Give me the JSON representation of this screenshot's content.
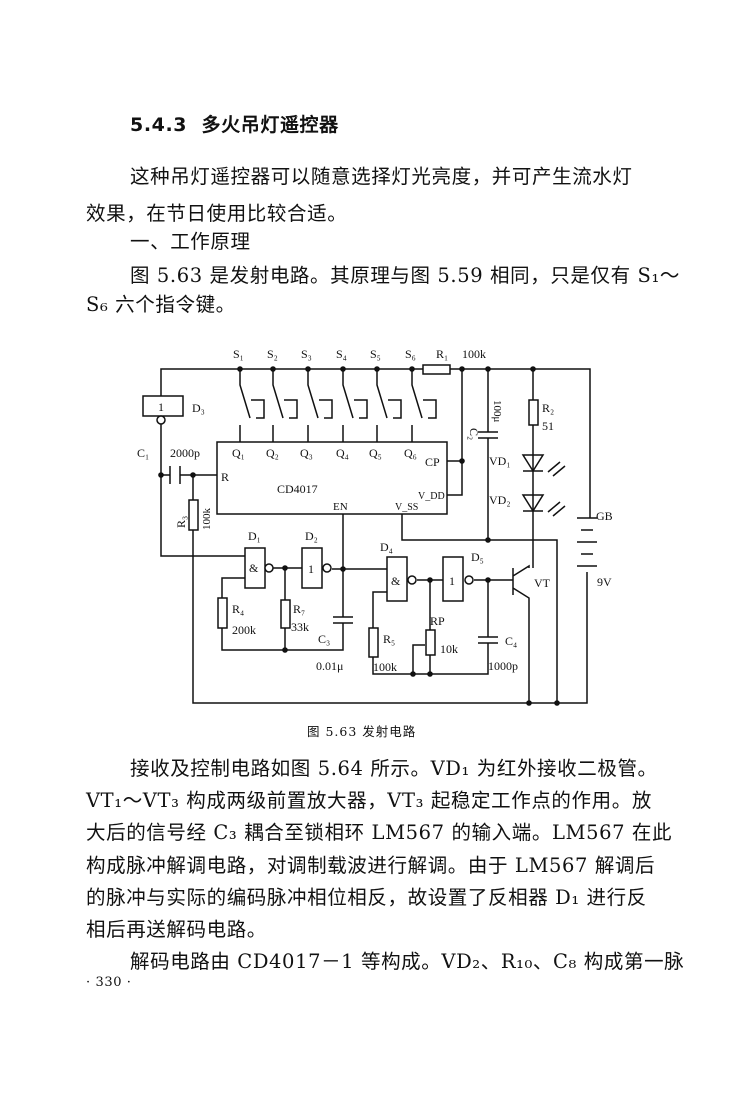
{
  "section": {
    "number": "5.4.3",
    "title": "多火吊灯遥控器"
  },
  "intro_lines": [
    "这种吊灯遥控器可以随意选择灯光亮度，并可产生流水灯",
    "效果，在节日使用比较合适。",
    "一、工作原理",
    "图 5.63 是发射电路。其原理与图 5.59 相同，只是仅有 S₁～",
    "S₆ 六个指令键。"
  ],
  "figure": {
    "labels": {
      "s1": "S₁",
      "s2": "S₂",
      "s3": "S₃",
      "s4": "S₄",
      "s5": "S₅",
      "s6": "S₆",
      "r1": "R₁",
      "r1_val": "100k",
      "d3": "D₃",
      "d3_sym": "1",
      "c1": "C₁",
      "c1_val": "2000p",
      "c2": "C₂",
      "c2_val": "100μ",
      "r2": "R₂",
      "r2_val": "51",
      "vd1": "VD₁",
      "vd2": "VD₂",
      "gb": "GB",
      "gb_val": "9V",
      "q1": "Q₁",
      "q2": "Q₂",
      "q3": "Q₃",
      "q4": "Q₄",
      "q5": "Q₅",
      "q6": "Q₆",
      "cp": "CP",
      "r_pin": "R",
      "chip": "CD4017",
      "en": "EN",
      "vdd": "V_DD",
      "vss": "V_SS",
      "r3": "R₃",
      "r3_val": "100k",
      "d1": "D₁",
      "d1_sym": "&",
      "d2": "D₂",
      "d2_sym": "1",
      "d4": "D₄",
      "d4_sym": "&",
      "d5": "D₅",
      "d5_sym": "1",
      "r4": "R₄",
      "r4_val": "200k",
      "r7": "R₇",
      "r7_val": "33k",
      "c3": "C₃",
      "c3_val": "0.01μ",
      "r5": "R₅",
      "r5_val": "100k",
      "rp": "RP",
      "rp_val": "10k",
      "c4": "C₄",
      "c4_val": "1000p",
      "vt": "VT"
    },
    "caption": "图 5.63   发射电路"
  },
  "body_lines": [
    "接收及控制电路如图 5.64 所示。VD₁ 为红外接收二极管。",
    "VT₁～VT₃ 构成两级前置放大器，VT₃ 起稳定工作点的作用。放",
    "大后的信号经 C₃ 耦合至锁相环 LM567 的输入端。LM567 在此",
    "构成脉冲解调电路，对调制载波进行解调。由于 LM567 解调后",
    "的脉冲与实际的编码脉冲相位相反，故设置了反相器 D₁ 进行反",
    "相后再送解码电路。",
    "解码电路由 CD4017－1 等构成。VD₂、R₁₀、C₈ 构成第一脉"
  ],
  "page_number": "· 330 ·"
}
